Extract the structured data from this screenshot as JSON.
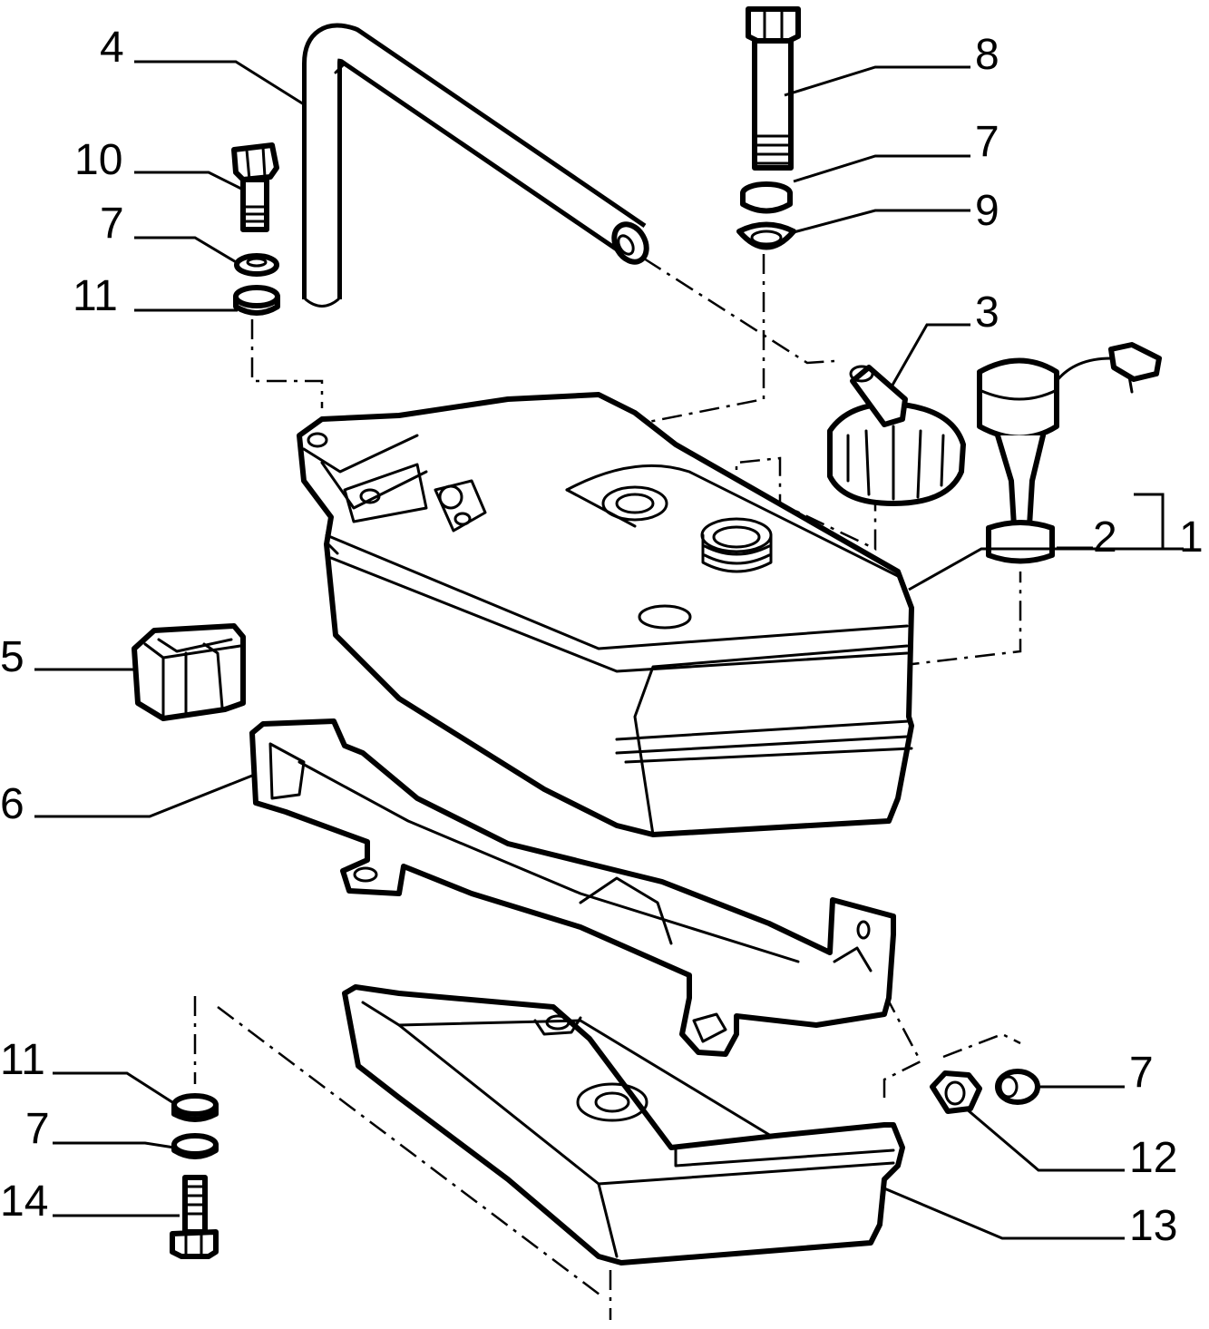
{
  "callouts": [
    {
      "id": "c1",
      "label": "1"
    },
    {
      "id": "c2",
      "label": "2"
    },
    {
      "id": "c3",
      "label": "3"
    },
    {
      "id": "c4",
      "label": "4"
    },
    {
      "id": "c5",
      "label": "5"
    },
    {
      "id": "c6",
      "label": "6"
    },
    {
      "id": "c7a",
      "label": "7"
    },
    {
      "id": "c7b",
      "label": "7"
    },
    {
      "id": "c7c",
      "label": "7"
    },
    {
      "id": "c7d",
      "label": "7"
    },
    {
      "id": "c8",
      "label": "8"
    },
    {
      "id": "c9",
      "label": "9"
    },
    {
      "id": "c10",
      "label": "10"
    },
    {
      "id": "c11a",
      "label": "11"
    },
    {
      "id": "c11b",
      "label": "11"
    },
    {
      "id": "c12",
      "label": "12"
    },
    {
      "id": "c13",
      "label": "13"
    },
    {
      "id": "c14",
      "label": "14"
    }
  ],
  "colors": {
    "line": "#000000",
    "background": "#ffffff"
  }
}
